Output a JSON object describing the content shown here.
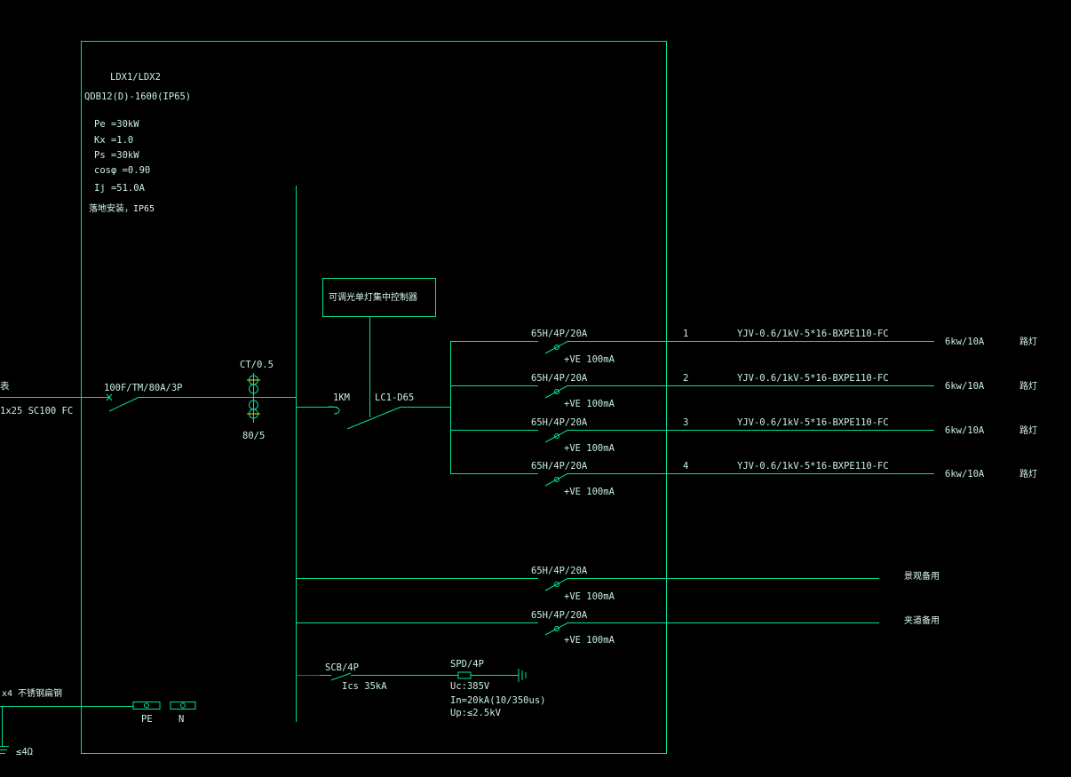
{
  "panel": {
    "id": "LDX1/LDX2",
    "model": "QDB12(D)-1600(IP65)",
    "pe": "Pe =30kW",
    "kx": "Kx =1.0",
    "ps": "Ps =30kW",
    "cos": "cosφ =0.90",
    "ij": "Ij  =51.0A",
    "install": "落地安装，IP65"
  },
  "incoming": {
    "cable": "1x25 SC100 FC",
    "breaker": "100F/TM/80A/3P",
    "ct_top": "CT/0.5",
    "ct_bottom": "80/5",
    "contactor": "1KM",
    "contactor_model": "LC1-D65",
    "controller": "可调光单灯集中控制器"
  },
  "circuits": [
    {
      "breaker": "65H/4P/20A",
      "rcd": "+VE 100mA",
      "no": "1",
      "cable": "YJV-0.6/1kV-5*16-BXPE110-FC",
      "load": "6kw/10A",
      "use": "路灯"
    },
    {
      "breaker": "65H/4P/20A",
      "rcd": "+VE 100mA",
      "no": "2",
      "cable": "YJV-0.6/1kV-5*16-BXPE110-FC",
      "load": "6kw/10A",
      "use": "路灯"
    },
    {
      "breaker": "65H/4P/20A",
      "rcd": "+VE 100mA",
      "no": "3",
      "cable": "YJV-0.6/1kV-5*16-BXPE110-FC",
      "load": "6kw/10A",
      "use": "路灯"
    },
    {
      "breaker": "65H/4P/20A",
      "rcd": "+VE 100mA",
      "no": "4",
      "cable": "YJV-0.6/1kV-5*16-BXPE110-FC",
      "load": "6kw/10A",
      "use": "路灯"
    }
  ],
  "spares": [
    {
      "breaker": "65H/4P/20A",
      "rcd": "+VE 100mA",
      "use": "景观备用"
    },
    {
      "breaker": "65H/4P/20A",
      "rcd": "+VE 100mA",
      "use": "夹道备用"
    }
  ],
  "spd": {
    "scb": "SCB/4P",
    "ics": "Ics 35kA",
    "spd": "SPD/4P",
    "uc": "Uc:385V",
    "in": "In=20kA(10/350us)",
    "up": "Up:≤2.5kV"
  },
  "earth": {
    "conductor": "x4 不锈钢扁钢",
    "pe": "PE",
    "n": "N",
    "resistance": "≤4Ω"
  }
}
